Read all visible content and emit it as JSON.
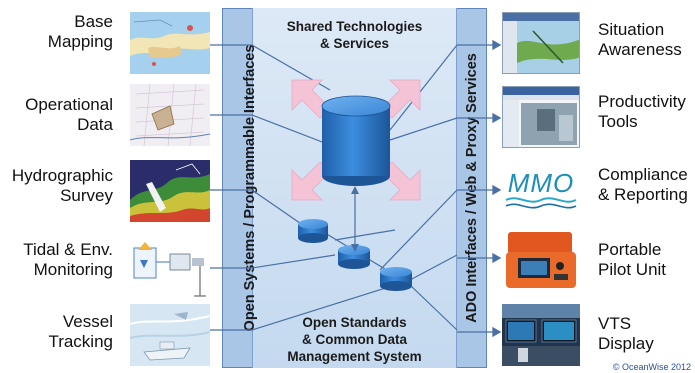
{
  "left_items": [
    {
      "label_l1": "Base",
      "label_l2": "Mapping"
    },
    {
      "label_l1": "Operational",
      "label_l2": "Data"
    },
    {
      "label_l1": "Hydrographic",
      "label_l2": "Survey"
    },
    {
      "label_l1": "Tidal & Env.",
      "label_l2": "Monitoring"
    },
    {
      "label_l1": "Vessel",
      "label_l2": "Tracking"
    }
  ],
  "right_items": [
    {
      "label_l1": "Situation",
      "label_l2": "Awareness"
    },
    {
      "label_l1": "Productivity",
      "label_l2": "Tools"
    },
    {
      "label_l1": "Compliance",
      "label_l2": "& Reporting"
    },
    {
      "label_l1": "Portable",
      "label_l2": "Pilot Unit"
    },
    {
      "label_l1": "VTS",
      "label_l2": "Display"
    }
  ],
  "center": {
    "left_band": "Open Systems / Programmable Interfaces",
    "right_band": "ADO Interfaces / Web & Proxy Services",
    "top_l1": "Shared Technologies",
    "top_l2": "& Services",
    "bottom_l1": "Open Standards",
    "bottom_l2": "& Common Data",
    "bottom_l3": "Management System"
  },
  "logo_text": "MMO",
  "copyright": "© OceanWise 2012",
  "colors": {
    "panel": "#a9c6e6",
    "cylinder": "#2f79c9",
    "arrow": "#f4c4d6",
    "connector": "#4a6fa5"
  }
}
